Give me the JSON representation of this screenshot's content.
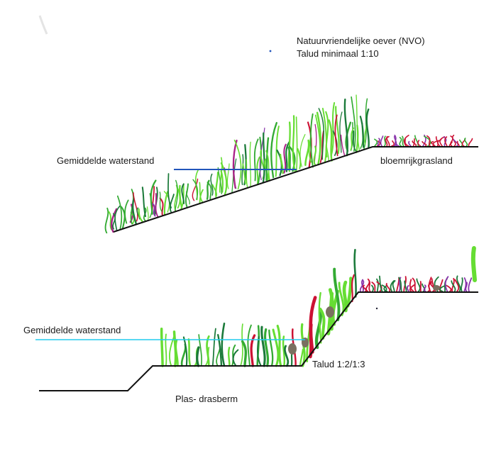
{
  "top_diagram": {
    "title_line1": "Natuurvriendelijke oever (NVO)",
    "title_line2": "Talud minimaal 1:10",
    "waterline_label": "Gemiddelde waterstand",
    "bank_label": "bloemrijkgrasland",
    "waterline_color": "#2255bb"
  },
  "bottom_diagram": {
    "waterline_label": "Gemiddelde waterstand",
    "slope_label": "Talud 1:2/1:3",
    "berm_label": "Plas- drasberm",
    "waterline_color": "#22ccee"
  },
  "palette": {
    "ground": "#111111",
    "green_light": "#66dd33",
    "green_mid": "#33aa33",
    "green_dark": "#1b7a3a",
    "accent_red": "#cc1133",
    "accent_magenta": "#aa2288",
    "accent_purple": "#8833aa",
    "stone": "#7a7060"
  }
}
